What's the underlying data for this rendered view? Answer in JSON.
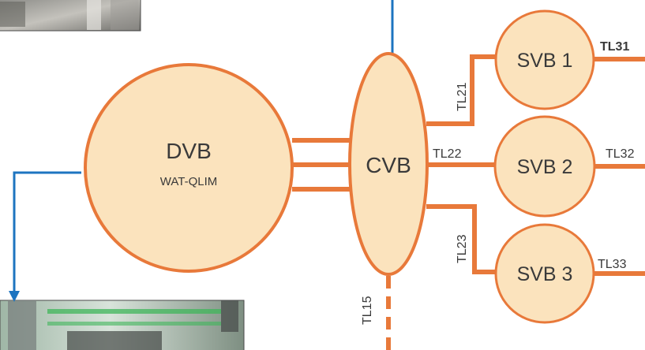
{
  "colors": {
    "node_fill": "#fbe3bd",
    "node_stroke": "#e8793a",
    "line": "#e8793a",
    "arrow": "#1d74c0",
    "text": "#3a3a3a"
  },
  "nodes": {
    "dvb": {
      "label": "DVB",
      "sublabel": "WAT-QLIM"
    },
    "cvb": {
      "label": "CVB"
    },
    "svb1": {
      "label": "SVB 1"
    },
    "svb2": {
      "label": "SVB 2"
    },
    "svb3": {
      "label": "SVB 3"
    }
  },
  "lines": {
    "tl21": "TL21",
    "tl22": "TL22",
    "tl23": "TL23",
    "tl31": "TL31",
    "tl32": "TL32",
    "tl33": "TL33",
    "tl15": "TL15"
  },
  "icons": {
    "photo_top": "photo-thumbnail-icon",
    "photo_bottom": "photo-thumbnail-icon"
  }
}
